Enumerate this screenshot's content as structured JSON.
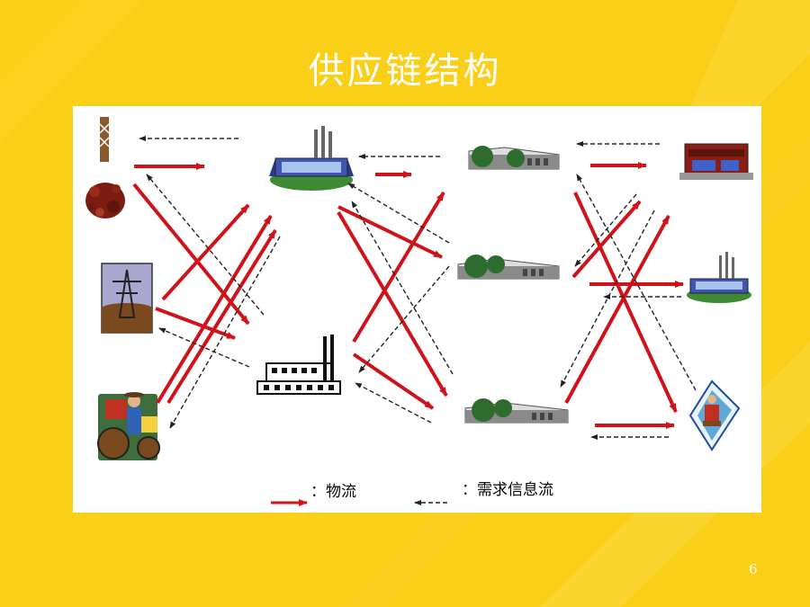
{
  "slide": {
    "title": "供应链结构",
    "page_number": "6"
  },
  "legend": {
    "material_flow_label": "：物流",
    "info_flow_label": "：需求信息流"
  },
  "colors": {
    "background": "#f9cf17",
    "material_flow_arrow": "#d0121b",
    "info_flow_arrow": "#222222",
    "panel": "#ffffff"
  },
  "nodes": {
    "suppliers": [
      "oil-well-icon",
      "power-plant-icon",
      "farmer-tractor-icon"
    ],
    "manufacturers": [
      "factory-icon",
      "industrial-plant-icon"
    ],
    "distributors": [
      "warehouse-top-icon",
      "warehouse-middle-icon",
      "warehouse-bottom-icon"
    ],
    "customers": [
      "retail-store-icon",
      "small-factory-icon",
      "consumer-icon"
    ]
  }
}
